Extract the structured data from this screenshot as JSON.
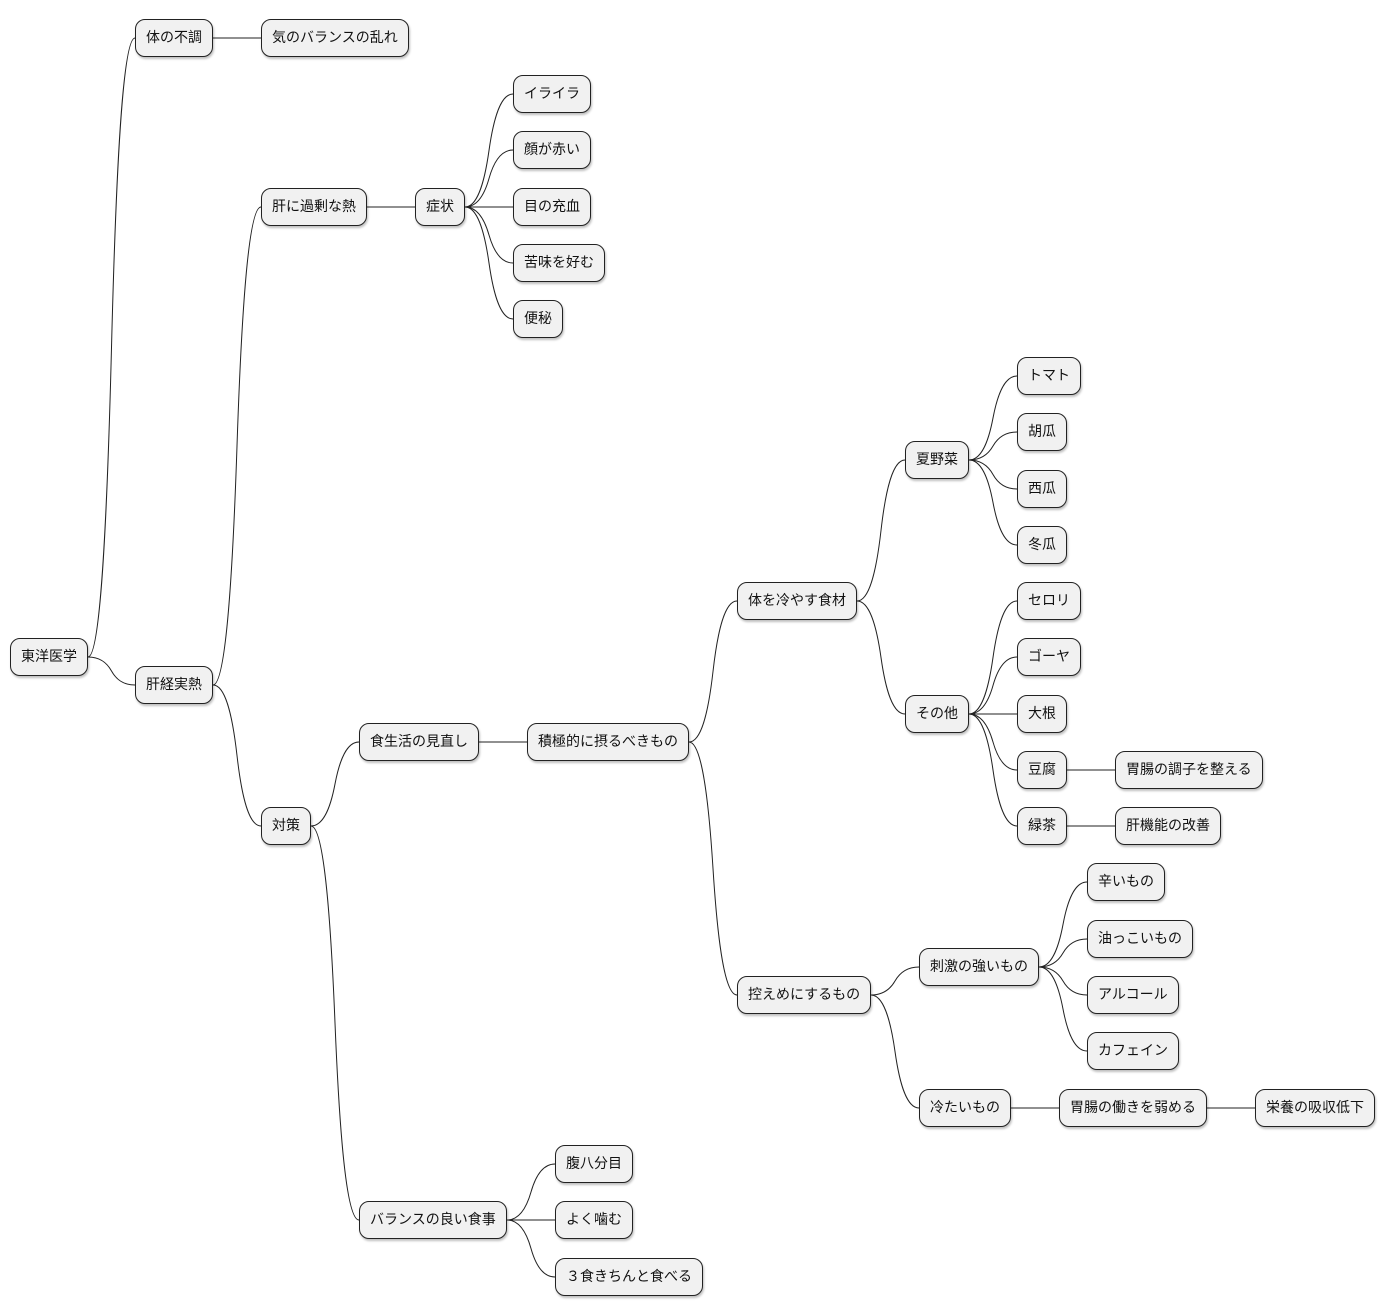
{
  "mindmap": {
    "root": "東洋医学",
    "nodes": {
      "root": "東洋医学",
      "n_fucho": "体の不調",
      "n_ki": "気のバランスの乱れ",
      "n_kankei": "肝経実熱",
      "n_kanni": "肝に過剰な熱",
      "n_shojo": "症状",
      "n_iraira": "イライラ",
      "n_kao": "顔が赤い",
      "n_me": "目の充血",
      "n_nigami": "苦味を好む",
      "n_benpi": "便秘",
      "n_taisaku": "対策",
      "n_shoku": "食生活の見直し",
      "n_sekkyoku": "積極的に摂るべきもの",
      "n_hiyasu": "体を冷やす食材",
      "n_natsu": "夏野菜",
      "n_tomato": "トマト",
      "n_kyuri": "胡瓜",
      "n_suika": "西瓜",
      "n_togan": "冬瓜",
      "n_sonota": "その他",
      "n_serori": "セロリ",
      "n_goya": "ゴーヤ",
      "n_daikon": "大根",
      "n_tofu": "豆腐",
      "n_ichou": "胃腸の調子を整える",
      "n_ryokucha": "緑茶",
      "n_kanki": "肝機能の改善",
      "n_hikaeme": "控えめにするもの",
      "n_shigeki": "刺激の強いもの",
      "n_karai": "辛いもの",
      "n_abura": "油っこいもの",
      "n_alcohol": "アルコール",
      "n_caffeine": "カフェイン",
      "n_tsumetai": "冷たいもの",
      "n_yowameru": "胃腸の働きを弱める",
      "n_eiyo": "栄養の吸収低下",
      "n_balance": "バランスの良い食事",
      "n_hara": "腹八分目",
      "n_yoku": "よく噛む",
      "n_sanshoku": "３食きちんと食べる"
    }
  }
}
